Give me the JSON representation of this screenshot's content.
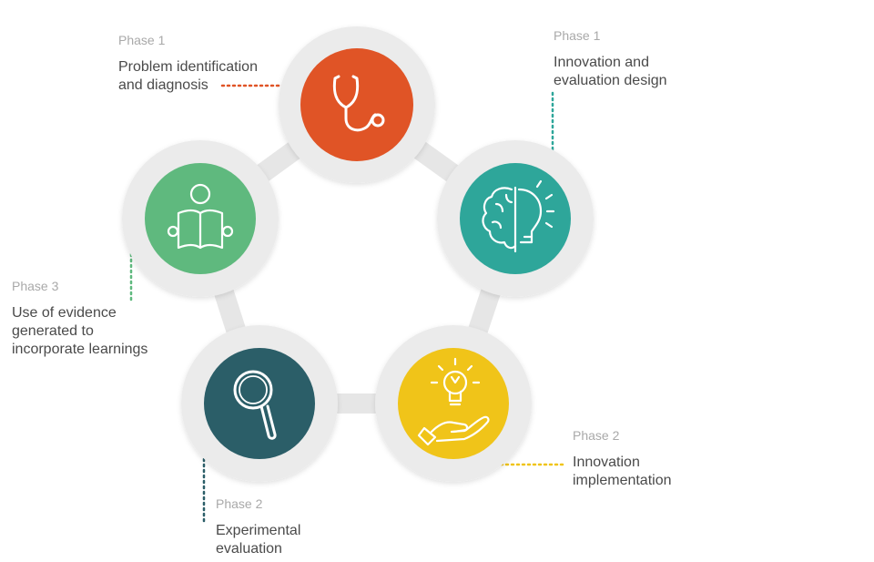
{
  "colors": {
    "ring": "#ebebeb",
    "ring_shadow": "#d9d9d9",
    "connector": "#e6e6e6",
    "orange": "#e05426",
    "teal": "#2ea69a",
    "yellow": "#f0c419",
    "dark_teal": "#2b5e68",
    "green": "#5fb97e",
    "icon_stroke": "#ffffff"
  },
  "nodes": [
    {
      "id": "problem",
      "phase": "Phase 1",
      "title_lines": [
        "Problem identification",
        "and diagnosis"
      ],
      "color": "#e05426",
      "icon": "stethoscope-icon"
    },
    {
      "id": "innovation-design",
      "phase": "Phase 1",
      "title_lines": [
        "Innovation and",
        "evaluation design"
      ],
      "color": "#2ea69a",
      "icon": "brain-bulb-icon"
    },
    {
      "id": "implementation",
      "phase": "Phase 2",
      "title_lines": [
        "Innovation",
        "implementation"
      ],
      "color": "#f0c419",
      "icon": "hand-bulb-icon"
    },
    {
      "id": "experimental",
      "phase": "Phase 2",
      "title_lines": [
        "Experimental",
        "evaluation"
      ],
      "color": "#2b5e68",
      "icon": "magnifier-icon"
    },
    {
      "id": "evidence",
      "phase": "Phase 3",
      "title_lines": [
        "Use of evidence",
        "generated to",
        "incorporate learnings"
      ],
      "color": "#5fb97e",
      "icon": "reader-book-icon"
    }
  ]
}
